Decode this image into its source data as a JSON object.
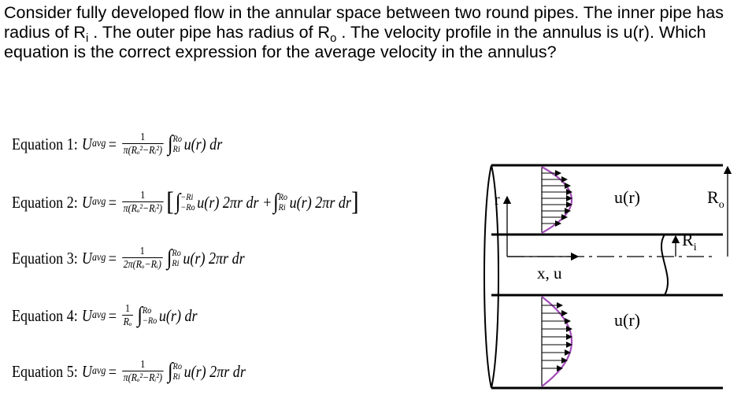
{
  "question": {
    "part1": "Consider fully developed flow in the annular space between two round pipes. The inner pipe has radius of R",
    "sub_i": "i",
    "part2": " . The outer pipe has radius of R",
    "sub_o": "o",
    "part3": " .  The velocity profile in the annulus is u(r). Which equation is the correct expression for the average velocity in the annulus?"
  },
  "equations": [
    {
      "label": "Equation 1:",
      "lhs": "U",
      "lhs_sub": "avg",
      "equals": "=",
      "coef_num": "1",
      "coef_den": "π(Rₒ²−Rᵢ²)",
      "integral_upper": "Ro",
      "integral_lower": "Ri",
      "integrand": "u(r) dr"
    },
    {
      "label": "Equation 2:",
      "lhs": "U",
      "lhs_sub": "avg",
      "equals": "=",
      "coef_num": "1",
      "coef_den": "π(Rₒ²−Rᵢ²)",
      "int1_upper": "−Ri",
      "int1_lower": "−Ro",
      "integrand1": "u(r) 2πr dr +",
      "int2_upper": "Ro",
      "int2_lower": "Ri",
      "integrand2": "u(r) 2πr dr"
    },
    {
      "label": "Equation 3:",
      "lhs": "U",
      "lhs_sub": "avg",
      "equals": "=",
      "coef_num": "1",
      "coef_den": "2π(Rₒ−Rᵢ)",
      "integral_upper": "Ro",
      "integral_lower": "Ri",
      "integrand": "u(r) 2πr dr"
    },
    {
      "label": "Equation 4:",
      "lhs": "U",
      "lhs_sub": "avg",
      "equals": "=",
      "coef_num": "1",
      "coef_den": "Rₒ",
      "integral_upper": "Ro",
      "integral_lower": "−Ro",
      "integrand": "u(r) dr"
    },
    {
      "label": "Equation 5:",
      "lhs": "U",
      "lhs_sub": "avg",
      "equals": "=",
      "coef_num": "1",
      "coef_den": "π(Rₒ²−Rᵢ²)",
      "integral_upper": "Ro",
      "integral_lower": "Ri",
      "integrand": "u(r) 2πr dr"
    }
  ],
  "diagram": {
    "label_u_top": "u(r)",
    "label_u_bottom": "u(r)",
    "label_r": "r",
    "label_xu": "x, u",
    "label_Ro": "R",
    "label_Ro_sub": "o",
    "label_Ri": "R",
    "label_Ri_sub": "i",
    "profile_color": "#a24bb8"
  }
}
